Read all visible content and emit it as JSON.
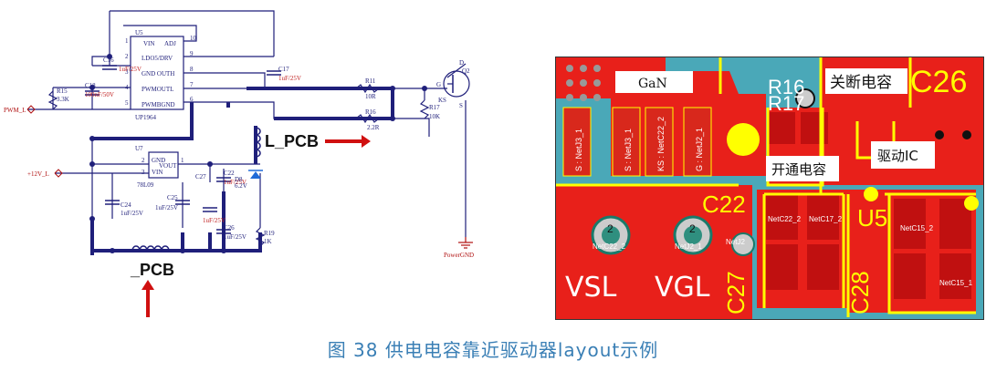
{
  "caption": "图 38 供电电容靠近驱动器layout示例",
  "schematic": {
    "u5": {
      "ref": "U5",
      "part": "UP1964",
      "pins_left": [
        "VIN",
        "LDO5/DRV",
        "GND OUTH",
        "PWMOUTL",
        "PWMBGND"
      ],
      "pin_right": "ADJ",
      "pin_nums": [
        "1",
        "2",
        "3",
        "4",
        "5",
        "10",
        "9",
        "8",
        "7",
        "6"
      ]
    },
    "u7": {
      "ref": "U7",
      "part": "78L09",
      "pins": [
        "GND",
        "VIN",
        "VOUT"
      ],
      "pin_nums": [
        "2",
        "3",
        "1"
      ]
    },
    "parts": [
      {
        "ref": "C16",
        "val": "1uF/25V"
      },
      {
        "ref": "C18",
        "val": "100nF/50V"
      },
      {
        "ref": "R15",
        "val": "3.3K"
      },
      {
        "ref": "C17",
        "val": "1uF/25V"
      },
      {
        "ref": "R11",
        "val": "10R"
      },
      {
        "ref": "R16",
        "val": "2.2R"
      },
      {
        "ref": "R17",
        "val": "10K"
      },
      {
        "ref": "C24",
        "val": "1uF/25V"
      },
      {
        "ref": "C25",
        "val": "1uF/25V"
      },
      {
        "ref": "C22",
        "val": "1uF/25V"
      },
      {
        "ref": "C26",
        "val": "1uF/25V"
      },
      {
        "ref": "R19",
        "val": "1K"
      },
      {
        "ref": "D8",
        "val": "6.2V"
      },
      {
        "ref": "C27",
        "val": "1uF/25V"
      }
    ],
    "nets": {
      "pwm": "PWM_L",
      "vin": "+12V_L",
      "gnd": "PowerGND"
    },
    "q2": {
      "ref": "Q2",
      "pins": [
        "G",
        "D",
        "S"
      ],
      "ks": "KS"
    },
    "annot_l": "L_PCB",
    "annot_bottom": "_PCB"
  },
  "pcb": {
    "labels": {
      "gan": "GaN",
      "cap_off": "关断电容",
      "cap_on": "开通电容",
      "driver": "驱动IC",
      "vsl": "VSL",
      "vgl": "VGL",
      "c22": "C22",
      "c26": "C26",
      "c27": "C27",
      "c28": "C28",
      "r16": "R16",
      "r17": "R17",
      "u5": "U5"
    },
    "nets": [
      "S : NetJ3_1",
      "S : NetJ3_1",
      "KS : NetC22_2",
      "G : NetJ2_1"
    ],
    "pad_nets": [
      "NetC22_2",
      "NetJ2_1",
      "NetC17_2",
      "NetC15_2",
      "NetC22_2",
      "NetC15_1",
      "NetJ2"
    ],
    "pad_num": "2"
  },
  "colors": {
    "trace": "#1f1f7a",
    "red": "#e8201a",
    "silk": "#ffff00",
    "board": "#4aa8b8",
    "caption": "#3a7fb5",
    "arrow": "#d01010"
  }
}
